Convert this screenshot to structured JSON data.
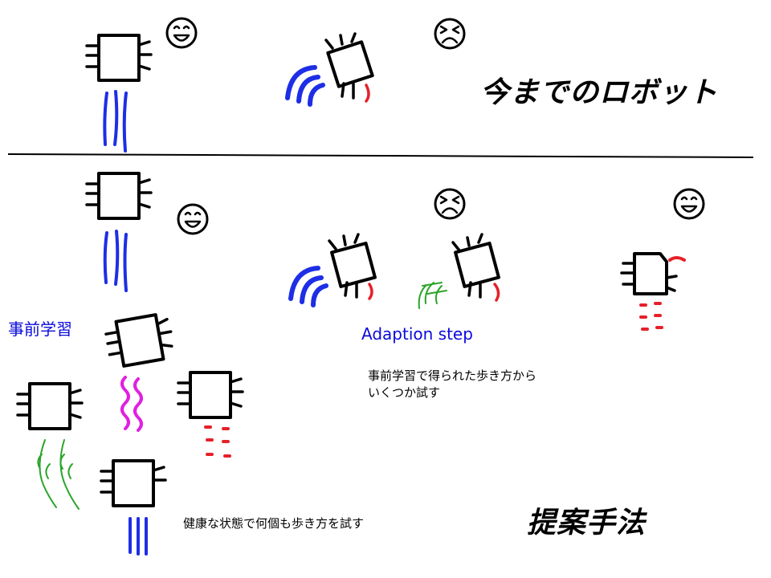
{
  "labels": {
    "previous_robots": "今までのロボット",
    "proposed_method": "提案手法",
    "pretraining": "事前学習",
    "adaption_step": "Adaption step",
    "adaption_note_line1": "事前学習で得られた歩き方から",
    "adaption_note_line2": "いくつか試す",
    "pretraining_note": "健康な状態で何個も歩き方を試す"
  },
  "colors": {
    "robot": "#000000",
    "gait_blue": "#1e2ee6",
    "gait_magenta": "#e020e0",
    "gait_green": "#2aa52a",
    "gait_red": "#e6202a",
    "text_blue": "#0a0adc",
    "divider": "#000000"
  },
  "icons": {
    "happy_face": "happy-face-icon",
    "sad_face": "sad-face-icon",
    "robot": "robot-icon"
  }
}
